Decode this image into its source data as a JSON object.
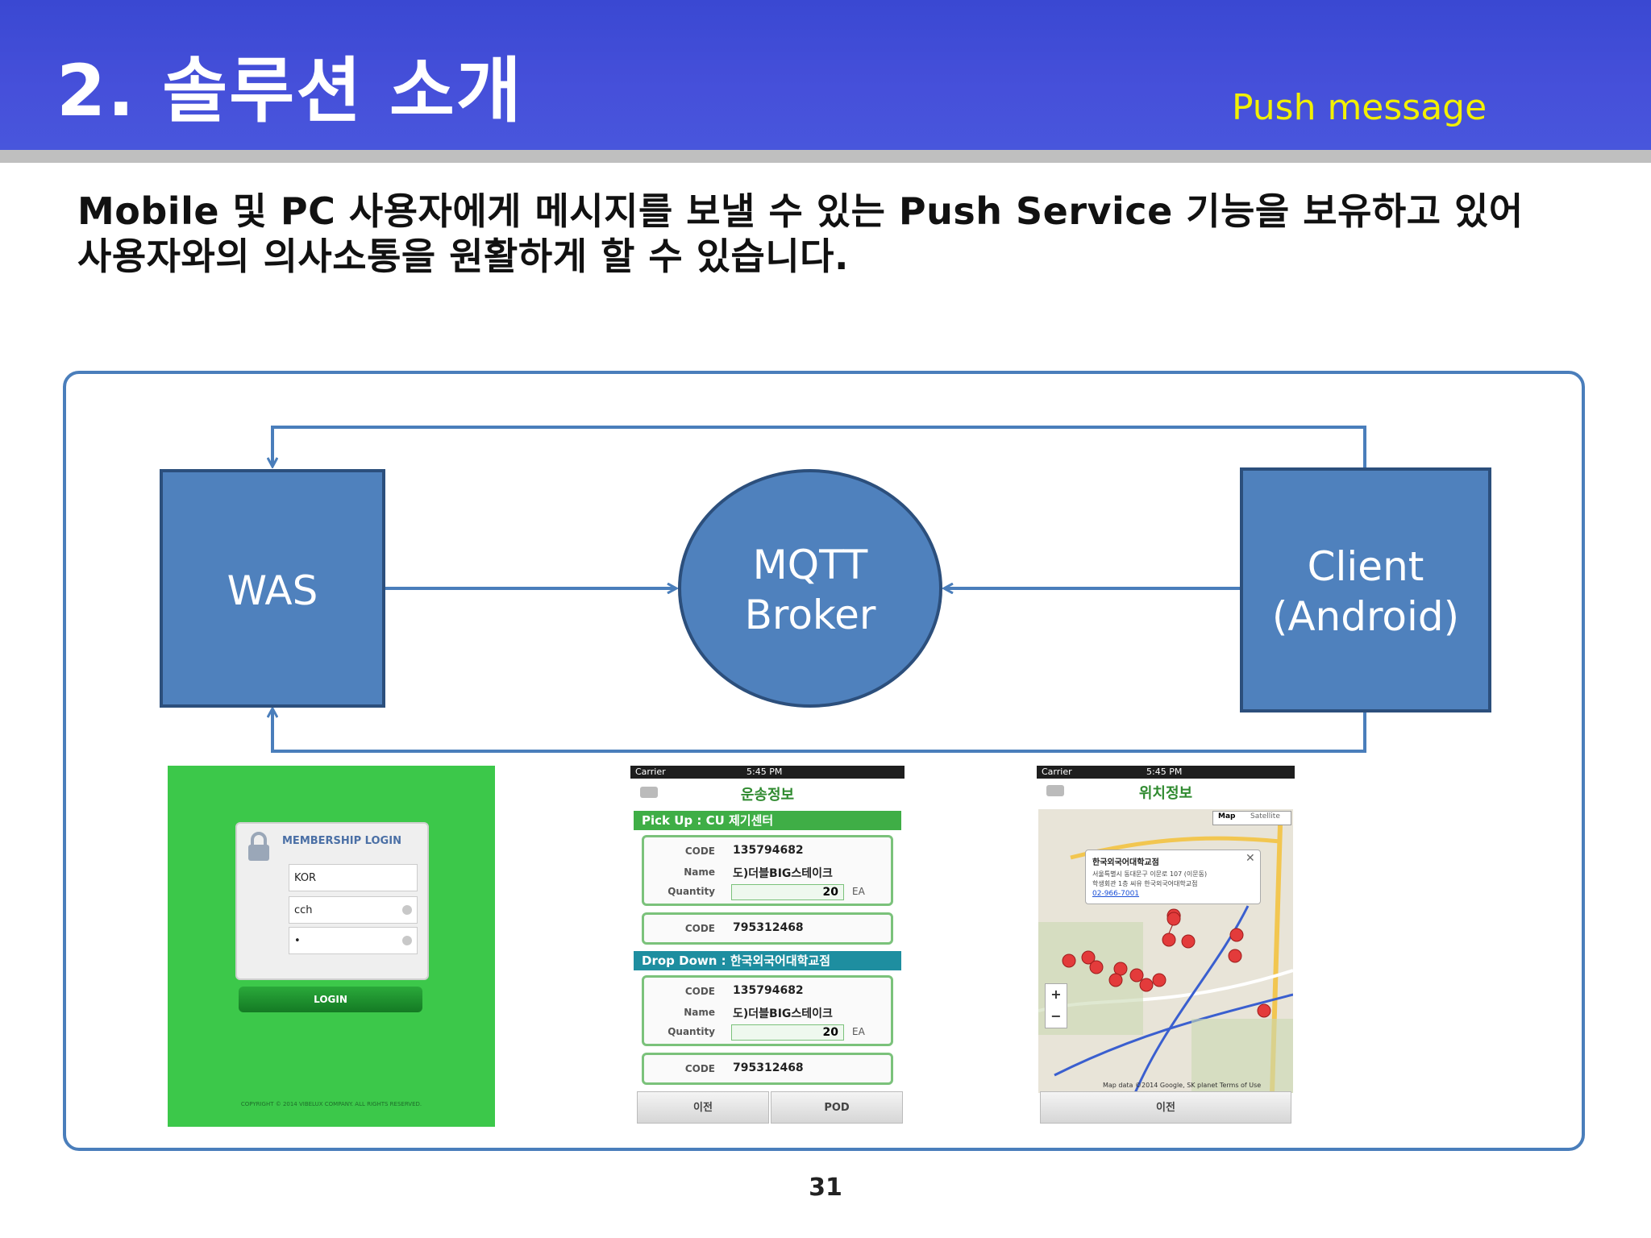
{
  "slide": {
    "title": "2. 솔루션 소개",
    "subtitle": "Push message",
    "description_line1": "Mobile 및 PC 사용자에게 메시지를 보낼 수 있는 Push Service 기능을 보유하고 있어",
    "description_line2": "사용자와의 의사소통을 원활하게 할 수 있습니다.",
    "page_number": "31"
  },
  "diagram": {
    "was": "WAS",
    "broker_line1": "MQTT",
    "broker_line2": "Broker",
    "client_line1": "Client",
    "client_line2": "(Android)"
  },
  "login_screen": {
    "title": "MEMBERSHIP LOGIN",
    "field_lang": "KOR",
    "field_id": "cch",
    "field_pw": "•",
    "button": "LOGIN",
    "copyright": "COPYRIGHT © 2014 VIBELUX COMPANY. ALL RIGHTS RESERVED."
  },
  "delivery_screen": {
    "carrier": "Carrier",
    "time": "5:45 PM",
    "title": "운송정보",
    "pickup_header": "Pick Up : CU 제기센터",
    "dropdown_header": "Drop Down : 한국외국어대학교점",
    "code_label": "CODE",
    "name_label": "Name",
    "quantity_label": "Quantity",
    "card1_code": "135794682",
    "card1_name": "도)더블BIG스테이크",
    "card1_qty": "20",
    "unit": "EA",
    "card2_code": "795312468",
    "card3_code": "135794682",
    "card3_name": "도)더블BIG스테이크",
    "card3_qty": "20",
    "card4_code": "795312468",
    "btn_prev": "이전",
    "btn_pod": "POD"
  },
  "location_screen": {
    "carrier": "Carrier",
    "time": "5:45 PM",
    "title": "위치정보",
    "map_tab": "Map",
    "satellite_tab": "Satellite",
    "callout_title": "한국외국어대학교점",
    "callout_addr1": "서울특별시 동대문구 이문로 107 (이문동)",
    "callout_addr2": "학생회관 1층 씨유 한국외국어대학교점",
    "callout_phone": "02-966-7001",
    "map_footer": "Map data ©2014 Google, SK planet    Terms of Use",
    "btn_prev": "이전"
  },
  "colors": {
    "header": "#3f4dd6",
    "subtitle": "#f2f000",
    "node_fill": "#4f81bd",
    "node_border": "#2c4f7c",
    "arrow": "#4a7ebb"
  }
}
